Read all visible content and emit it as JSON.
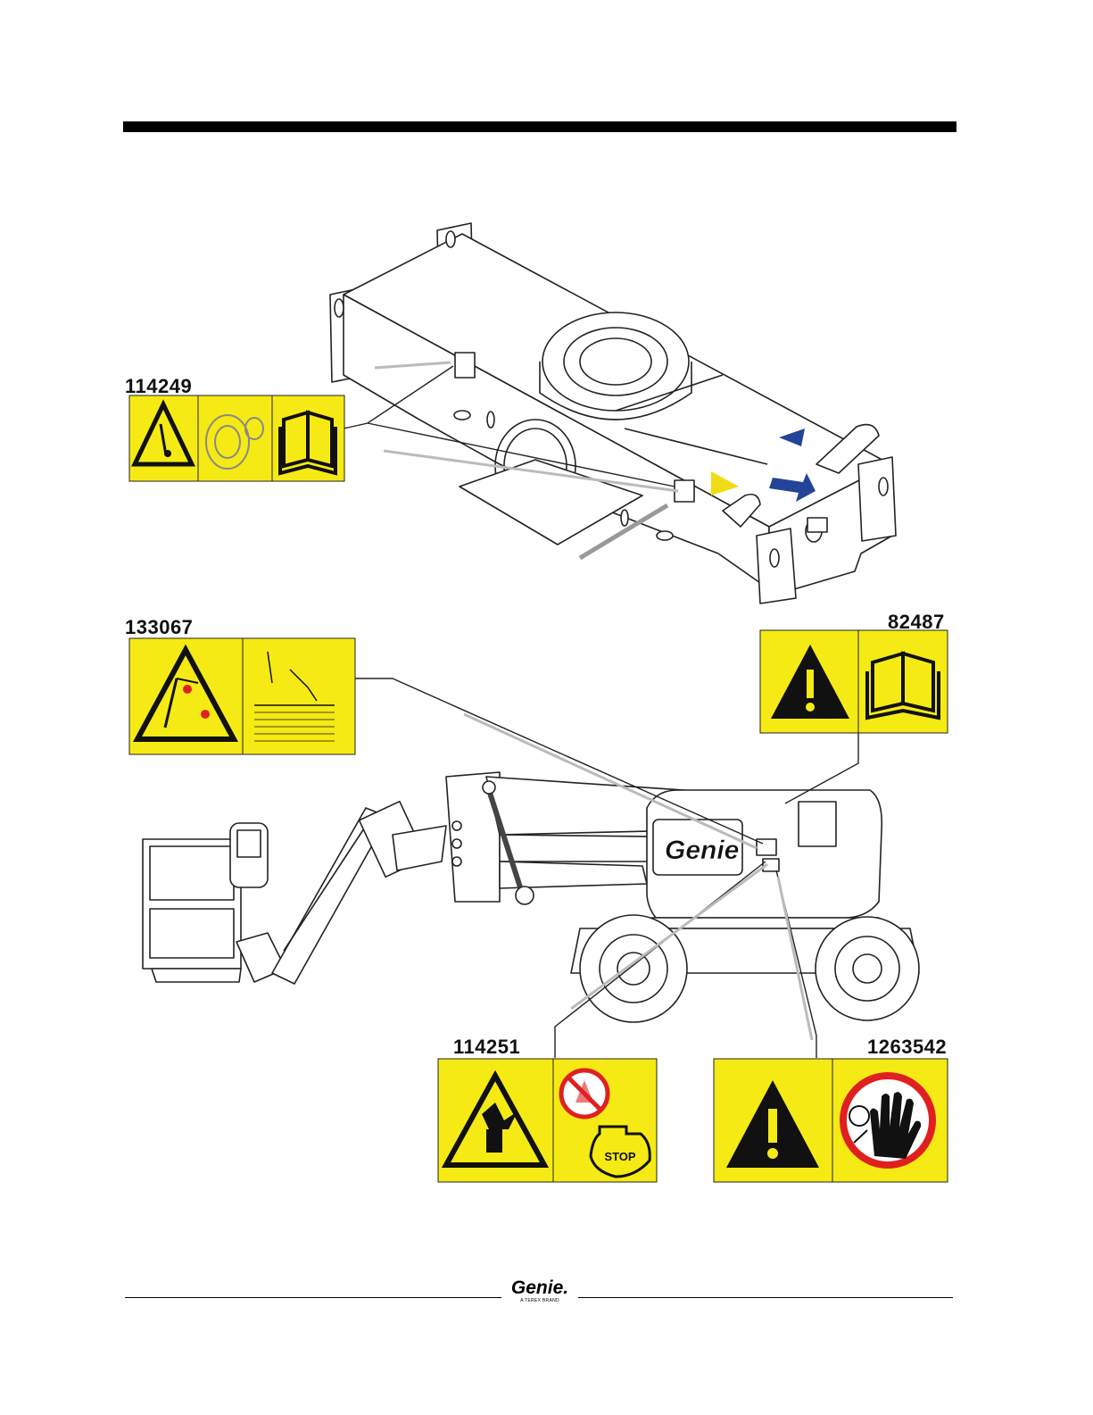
{
  "decals": {
    "d114249": {
      "id": "114249"
    },
    "d133067": {
      "id": "133067"
    },
    "d82487": {
      "id": "82487"
    },
    "d114251": {
      "id": "114251"
    },
    "d1263542": {
      "id": "1263542"
    }
  },
  "machine": {
    "brand_decal": "Genie"
  },
  "footer": {
    "brand": "Genie.",
    "tagline": "A TEREX BRAND"
  },
  "colors": {
    "decal_yellow": "#f5ea14",
    "arrow_blue": "#24449a",
    "arrow_yellow": "#f0dc14",
    "prohibition_red": "#e02020"
  },
  "icons": [
    "warning-triangle-icon",
    "tip-over-icon",
    "tire-icon",
    "manual-icon",
    "electrocution-icon",
    "explosion-fuel-icon",
    "no-flame-icon",
    "stop-engine-icon",
    "hand-stop-icon"
  ]
}
